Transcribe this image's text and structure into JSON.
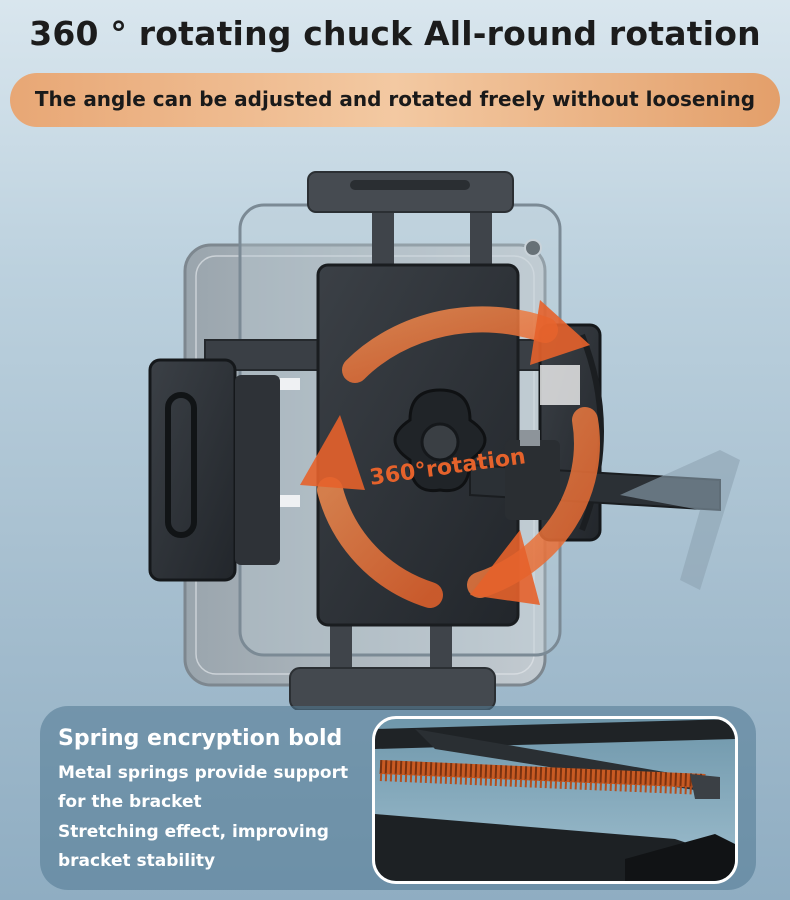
{
  "header": {
    "title": "360 ° rotating chuck All-round rotation",
    "subtitle": "The angle can be adjusted and rotated freely without loosening"
  },
  "illustration": {
    "rotation_label": "360°rotation",
    "accent_color": "#e5622b"
  },
  "feature": {
    "title": "Spring encryption bold",
    "lines": [
      "Metal springs provide support",
      "for the bracket",
      "Stretching effect, improving",
      "bracket stability"
    ]
  }
}
